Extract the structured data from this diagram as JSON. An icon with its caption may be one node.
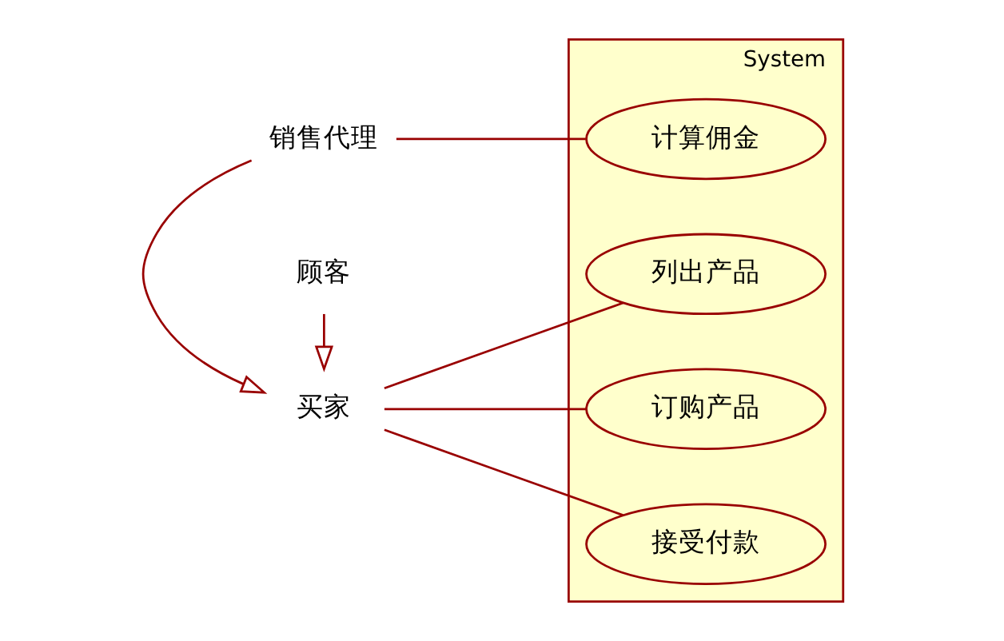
{
  "diagram": {
    "nodes": [
      {
        "text": [
          "买家"
        ]
      },
      {
        "text": [
          "顾客"
        ]
      },
      {
        "text": [
          "销售代理"
        ]
      },
      {
        "text": [
          "System"
        ]
      },
      {
        "text": [
          "列出产品"
        ],
        "in": 3
      },
      {
        "text": [
          "订购产品"
        ],
        "in": 3
      },
      {
        "text": [
          "接受付款"
        ],
        "in": 3
      },
      {
        "text": [
          "计算佣金"
        ],
        "in": 3
      }
    ],
    "edges": [
      {
        "from": 0,
        "to": 4,
        "arrow": "none"
      },
      {
        "from": 0,
        "to": 5,
        "arrow": "none"
      },
      {
        "from": 0,
        "to": 6,
        "arrow": "none"
      },
      {
        "from": 1,
        "to": 0,
        "arrow": "to"
      },
      {
        "from": 2,
        "to": 0,
        "arrow": "to"
      },
      {
        "from": 2,
        "to": 7,
        "arrow": "none"
      }
    ]
  }
}
